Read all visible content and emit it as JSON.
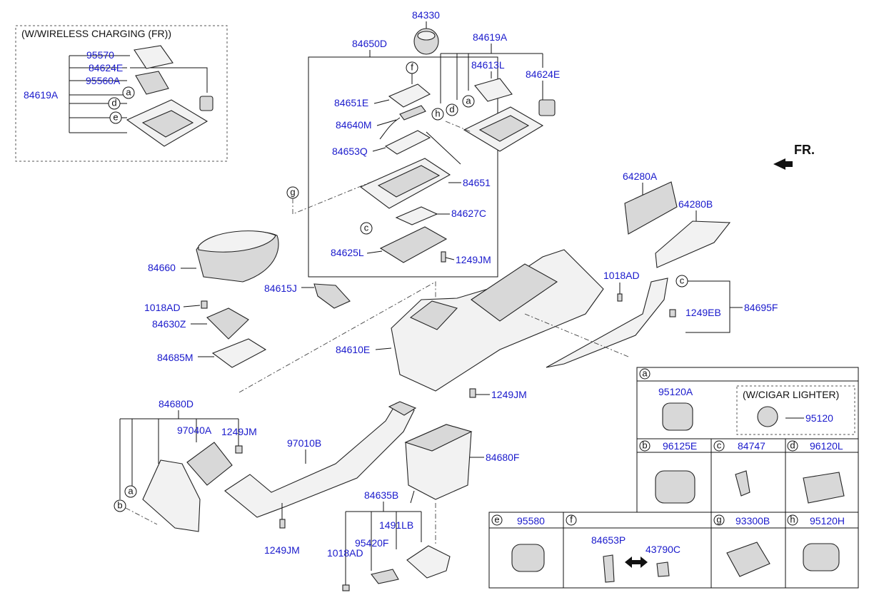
{
  "header": {
    "wireless_title": "(W/WIRELESS CHARGING (FR))",
    "cigar_title": "(W/CIGAR LIGHTER)",
    "front_label": "FR."
  },
  "part_numbers": {
    "p84330": "84330",
    "p84650D": "84650D",
    "p84619A_top": "84619A",
    "p84613L": "84613L",
    "p84624E_top": "84624E",
    "p95570": "95570",
    "p84624E_left": "84624E",
    "p95560A": "95560A",
    "p84619A_left": "84619A",
    "p84651E": "84651E",
    "p84640M": "84640M",
    "p84653Q": "84653Q",
    "p84651": "84651",
    "p84627C": "84627C",
    "p84625L": "84625L",
    "p1249JM_mid": "1249JM",
    "p64280A": "64280A",
    "p64280B": "64280B",
    "p1018AD_right": "1018AD",
    "p1249EB": "1249EB",
    "p84695F": "84695F",
    "p84660": "84660",
    "p84615J": "84615J",
    "p1018AD_left": "1018AD",
    "p84630Z": "84630Z",
    "p84685M": "84685M",
    "p84610E": "84610E",
    "p1249JM_low": "1249JM",
    "p84680D": "84680D",
    "p97040A": "97040A",
    "p1249JM_vent": "1249JM",
    "p97010B": "97010B",
    "p84680F": "84680F",
    "p84635B": "84635B",
    "p1491LB": "1491LB",
    "p95420F": "95420F",
    "p1018AD_bottom": "1018AD",
    "p1249JM_bottom": "1249JM"
  },
  "callouts": {
    "a": "a",
    "b": "b",
    "c": "c",
    "d": "d",
    "e": "e",
    "f": "f",
    "g": "g",
    "h": "h"
  },
  "legend": {
    "a_letter": "a",
    "a_part": "95120A",
    "a_cigar": "95120",
    "b_letter": "b",
    "b_part": "96125E",
    "c_letter": "c",
    "c_part": "84747",
    "d_letter": "d",
    "d_part": "96120L",
    "e_letter": "e",
    "e_part": "95580",
    "f_letter": "f",
    "f_part1": "84653P",
    "f_part2": "43790C",
    "g_letter": "g",
    "g_part": "93300B",
    "h_letter": "h",
    "h_part": "95120H"
  },
  "colors": {
    "part_number": "#1a1acc",
    "line": "#111111",
    "background": "#ffffff"
  }
}
